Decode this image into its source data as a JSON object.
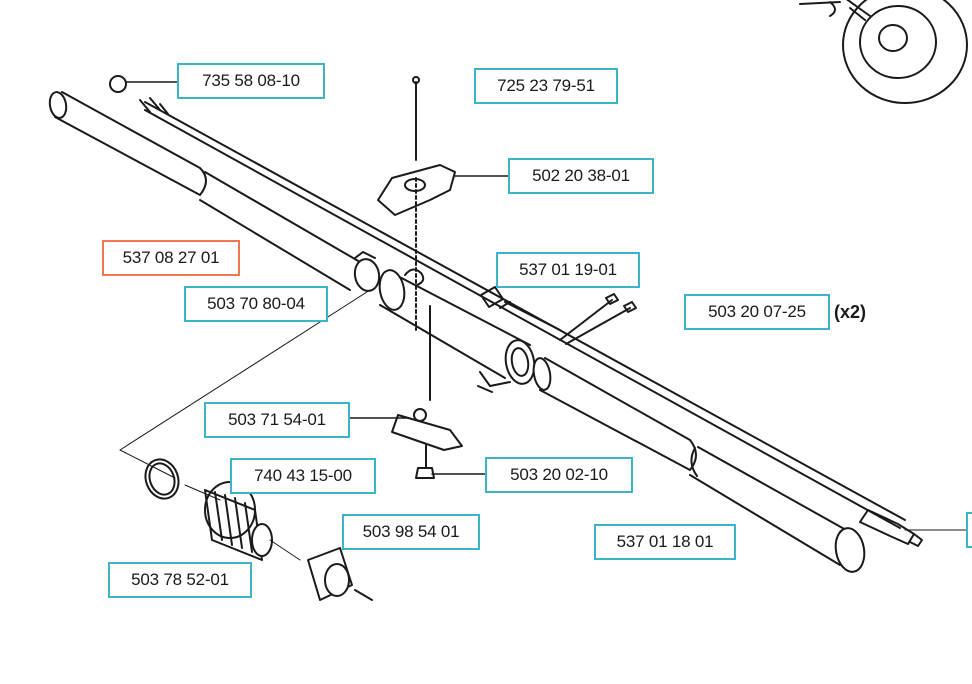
{
  "colors": {
    "label_border": "#3cb4c8",
    "highlight_border": "#f07850",
    "line": "#1a1a1a"
  },
  "labels": {
    "p735580810": "735 58 08-10",
    "p725237951": "725 23 79-51",
    "p502203801": "502 20 38-01",
    "p537082701": "537 08 27 01",
    "p537011901": "537 01 19-01",
    "p503708004": "503 70 80-04",
    "p503200725": "503 20 07-25",
    "p503200725_qty": "(x2)",
    "p503715401": "503 71 54-01",
    "p740431500": "740 43 15-00",
    "p503200210": "503 20 02-10",
    "p503985401": "503 98 54 01",
    "p537011801": "537 01 18 01",
    "p503785201": "503 78 52-01"
  }
}
